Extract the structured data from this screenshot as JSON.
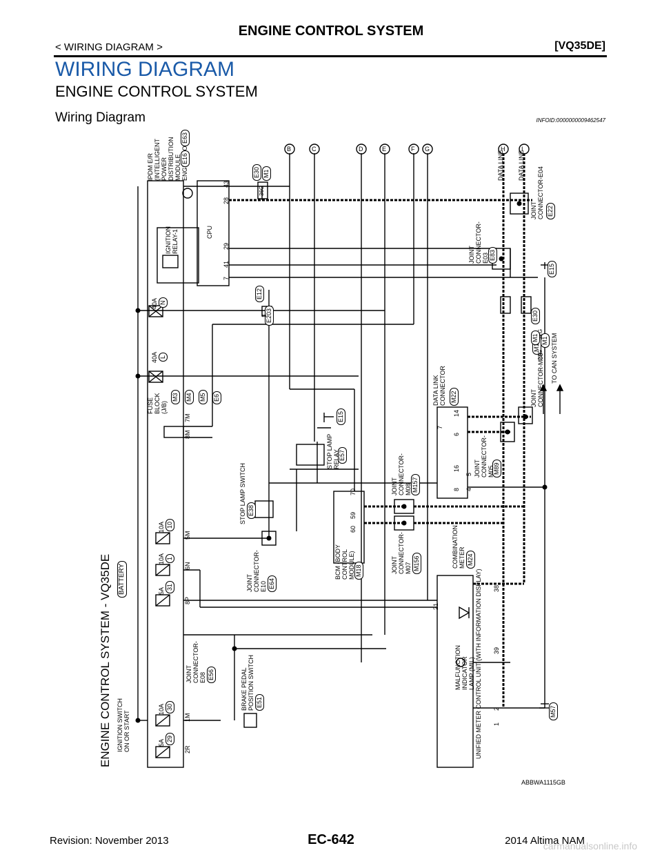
{
  "header": {
    "title": "ENGINE CONTROL SYSTEM",
    "breadcrumb": "< WIRING DIAGRAM >",
    "engine": "[VQ35DE]"
  },
  "section": {
    "title": "WIRING DIAGRAM",
    "subtitle": "ENGINE CONTROL SYSTEM",
    "diagram_heading": "Wiring Diagram",
    "info_id": "INFOID:0000000009462547"
  },
  "diagram": {
    "vertical_title": "ENGINE CONTROL SYSTEM - VQ35DE",
    "battery": "BATTERY",
    "ignition_switch": [
      "IGNITION SWITCH",
      "ON OR START"
    ],
    "ipdm_label": [
      "IPDM E/R",
      "(INTELLIGENT",
      "POWER",
      "DISTRIBUTION",
      "MODULE",
      "ENGINE ROOM)"
    ],
    "ipdm_connectors": [
      "E16",
      "E63"
    ],
    "cpu": "CPU",
    "ignition_relay": [
      "IGNITION",
      "RELAY-1"
    ],
    "fuse_block": [
      "FUSE",
      "BLOCK",
      "(J/B)"
    ],
    "fuse_block_connectors": [
      "M3",
      "M4",
      "M5",
      "E6"
    ],
    "fuses": [
      {
        "amp": "40A",
        "num": "N"
      },
      {
        "amp": "40A",
        "num": "L"
      },
      {
        "amp": "10A",
        "num": "10"
      },
      {
        "amp": "10A",
        "num": "1"
      },
      {
        "amp": "5A",
        "num": "31"
      },
      {
        "amp": "10A",
        "num": "30"
      },
      {
        "amp": "5A",
        "num": "29"
      }
    ],
    "fuse_pins": [
      "8M",
      "7M",
      "5M",
      "6N",
      "8P",
      "1M",
      "2R"
    ],
    "ipdm_pins": [
      "43",
      "28",
      "29",
      "41",
      "7"
    ],
    "stop_lamp_switch": [
      "STOP LAMP SWITCH",
      "E38"
    ],
    "stop_lamp_relay": [
      "STOP LAMP",
      "RELAY",
      "E57"
    ],
    "brake_switch": [
      "BRAKE PEDAL",
      "POSITION SWITCH",
      "E51"
    ],
    "bcm": [
      "BCM (BODY",
      "CONTROL",
      "MODULE)",
      "M18"
    ],
    "bcm_pins": [
      "70",
      "59",
      "60"
    ],
    "joint_e10": [
      "JOINT",
      "CONNECTOR-",
      "E10",
      "E64"
    ],
    "joint_e08": [
      "JOINT",
      "CONNECTOR-",
      "E08",
      "E56"
    ],
    "joint_m08": [
      "JOINT",
      "CONNECTOR-",
      "M08",
      "M157"
    ],
    "joint_m07": [
      "JOINT",
      "CONNECTOR-",
      "M07",
      "M156"
    ],
    "joint_m05": [
      "JOINT",
      "CONNECTOR-",
      "M05",
      "M89"
    ],
    "joint_e03": [
      "JOINT",
      "CONNECTOR-",
      "E03",
      "E83"
    ],
    "joint_e04": [
      "JOINT",
      "CONNECTOR-E04",
      "E22"
    ],
    "joint_m06": [
      "JOINT",
      "CONNECTOR-M06",
      "M155"
    ],
    "data_link": [
      "DATA LINK",
      "CONNECTOR",
      "M22"
    ],
    "data_link_pins": [
      "7",
      "6",
      "14",
      "16",
      "8",
      "4",
      "5"
    ],
    "combination_meter": [
      "COMBINATION",
      "METER",
      "M24"
    ],
    "meter_unit": "UNIFIED METER CONTROL UNIT (WITH INFORMATION DISPLAY)",
    "mil": [
      "MALFUNCTION",
      "INDICATOR",
      "LAMP (MIL)"
    ],
    "meter_pins": [
      "38",
      "21",
      "39",
      "2",
      "1"
    ],
    "to_can": "TO CAN SYSTEM",
    "data_line": "DATA LINE",
    "top_letters": [
      "B",
      "C",
      "D",
      "E",
      "F",
      "G",
      "H",
      "I"
    ],
    "grounds": [
      "E15",
      "E15",
      "M57"
    ],
    "inline": [
      {
        "a": "E30",
        "b": "M1",
        "pin": "36G"
      },
      {
        "a": "E12",
        "b": "E203",
        "pin": "3"
      },
      {
        "a": "E30",
        "b": "M1",
        "pin": "22G"
      },
      {
        "a": "M1",
        "b": "",
        "pin": "23G"
      }
    ],
    "figure_id": "ABBWA1115GB"
  },
  "footer": {
    "revision": "Revision: November 2013",
    "page": "EC-642",
    "model": "2014 Altima NAM",
    "watermark": "carmanualsonline.info"
  }
}
